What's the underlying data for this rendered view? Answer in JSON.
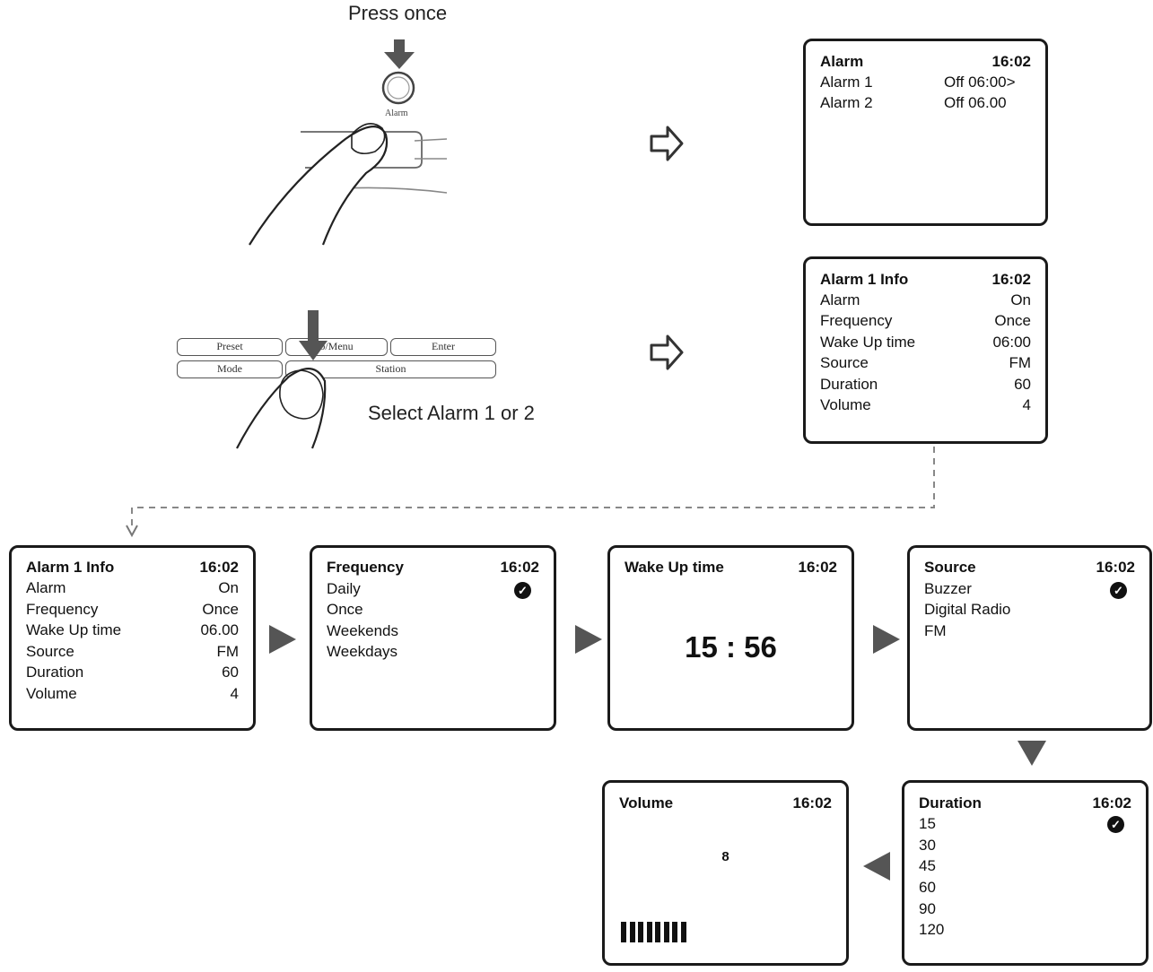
{
  "captions": {
    "press_once": "Press once",
    "select_alarm": "Select Alarm 1 or 2"
  },
  "device": {
    "alarm_button_label": "Alarm",
    "buttons": [
      "Preset",
      "b/Menu",
      "Enter",
      "Mode",
      "Station"
    ]
  },
  "screens": {
    "alarm": {
      "title": "Alarm",
      "time": "16:02",
      "rows": [
        {
          "l": "Alarm 1",
          "r": "Off  06:00>"
        },
        {
          "l": "Alarm 2",
          "r": "Off 06.00"
        }
      ]
    },
    "info_top": {
      "title": "Alarm 1 Info",
      "time": "16:02",
      "rows": [
        {
          "l": "Alarm",
          "r": "On"
        },
        {
          "l": "Frequency",
          "r": "Once"
        },
        {
          "l": "Wake Up time",
          "r": "06:00"
        },
        {
          "l": "Source",
          "r": "FM"
        },
        {
          "l": "Duration",
          "r": "60"
        },
        {
          "l": "Volume",
          "r": "4"
        }
      ]
    },
    "info_bottom": {
      "title": "Alarm 1 Info",
      "time": "16:02",
      "rows": [
        {
          "l": "Alarm",
          "r": "On"
        },
        {
          "l": "Frequency",
          "r": "Once"
        },
        {
          "l": "Wake Up time",
          "r": "06.00"
        },
        {
          "l": "Source",
          "r": "FM"
        },
        {
          "l": "Duration",
          "r": "60"
        },
        {
          "l": "Volume",
          "r": "4"
        }
      ]
    },
    "frequency": {
      "title": "Frequency",
      "time": "16:02",
      "items": [
        "Daily",
        "Once",
        "Weekends",
        "Weekdays"
      ]
    },
    "wakeup": {
      "title": "Wake Up time",
      "time": "16:02",
      "value": "15 : 56"
    },
    "source": {
      "title": "Source",
      "time": "16:02",
      "items": [
        "Buzzer",
        "Digital Radio",
        "FM"
      ]
    },
    "duration": {
      "title": "Duration",
      "time": "16:02",
      "items": [
        "15",
        "30",
        "45",
        "60",
        "90",
        "120"
      ]
    },
    "volume": {
      "title": "Volume",
      "time": "16:02",
      "value": "8",
      "level": 8
    }
  },
  "colors": {
    "ink": "#111111",
    "arrow": "#555555",
    "dash": "#888888"
  }
}
